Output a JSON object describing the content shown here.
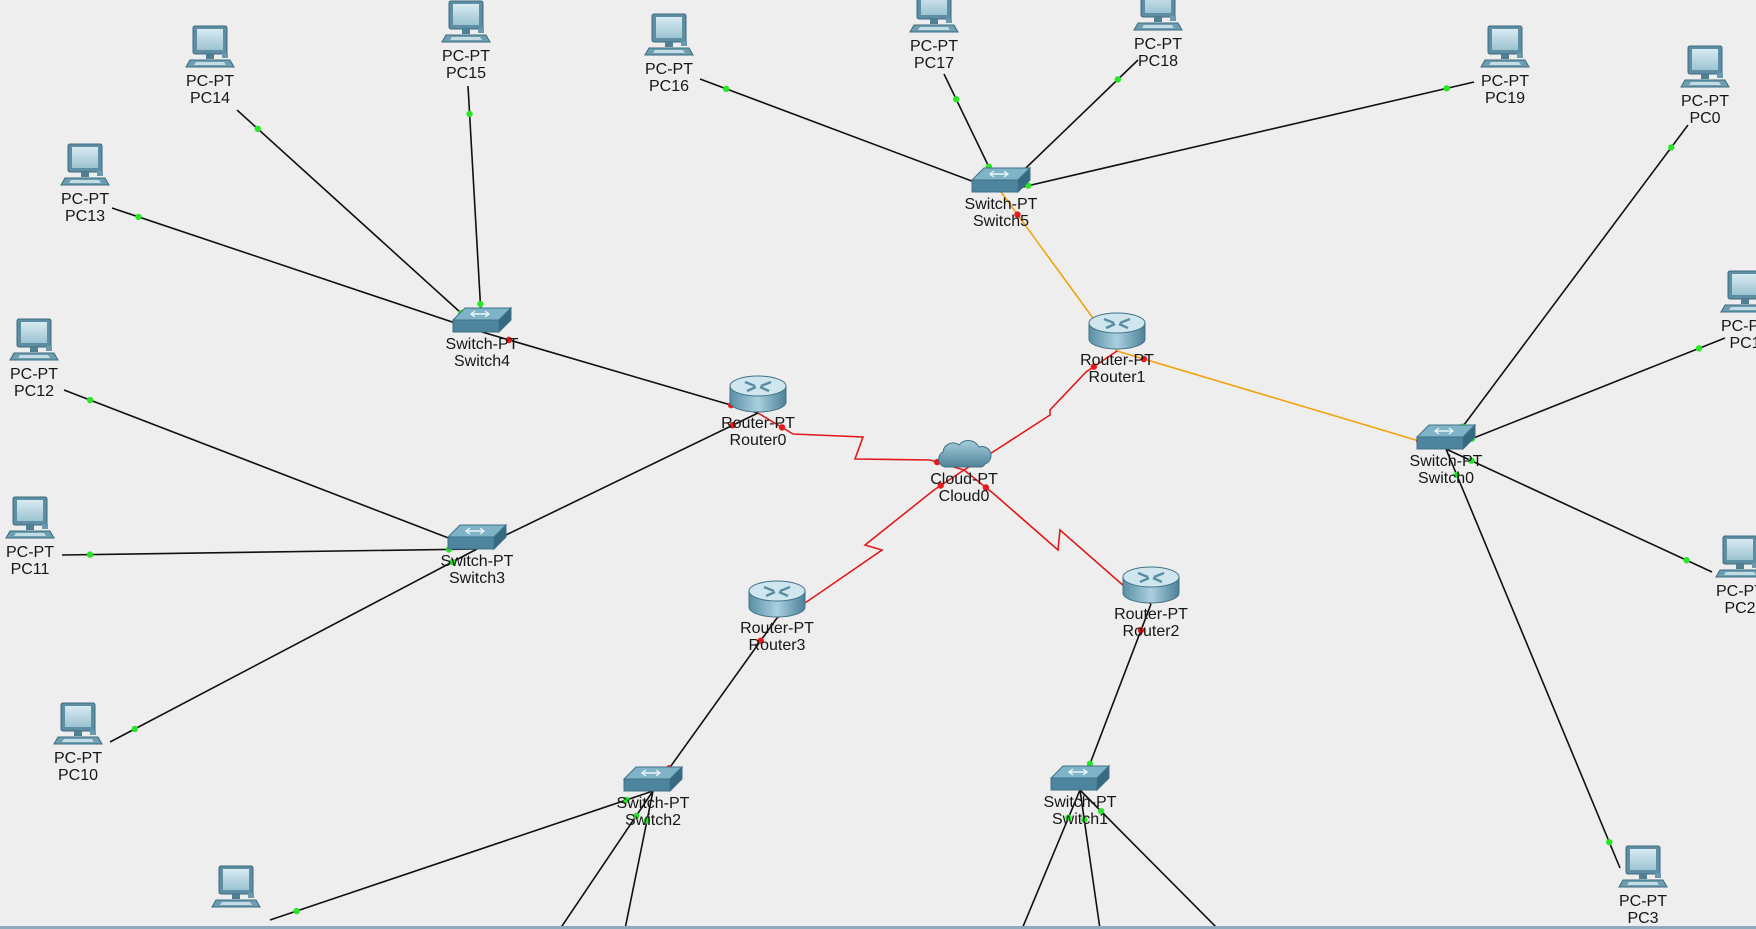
{
  "workspace": {
    "title": "Logical Workspace"
  },
  "colors": {
    "copper": "#101010",
    "serial": "#e01a1a",
    "crossover": "#f0a30c",
    "port_up": "#26e626",
    "port_down": "#e61a1a",
    "background": "#efeeee"
  },
  "devices": [
    {
      "id": "pc14",
      "type": "pc",
      "model": "PC-PT",
      "name": "PC14"
    },
    {
      "id": "pc15",
      "type": "pc",
      "model": "PC-PT",
      "name": "PC15"
    },
    {
      "id": "pc16",
      "type": "pc",
      "model": "PC-PT",
      "name": "PC16"
    },
    {
      "id": "pc17",
      "type": "pc",
      "model": "PC-PT",
      "name": "PC17"
    },
    {
      "id": "pc18",
      "type": "pc",
      "model": "PC-PT",
      "name": "PC18"
    },
    {
      "id": "pc19",
      "type": "pc",
      "model": "PC-PT",
      "name": "PC19"
    },
    {
      "id": "pc0",
      "type": "pc",
      "model": "PC-PT",
      "name": "PC0"
    },
    {
      "id": "pc13",
      "type": "pc",
      "model": "PC-PT",
      "name": "PC13"
    },
    {
      "id": "pc12",
      "type": "pc",
      "model": "PC-PT",
      "name": "PC12"
    },
    {
      "id": "pc11",
      "type": "pc",
      "model": "PC-PT",
      "name": "PC11"
    },
    {
      "id": "pc10",
      "type": "pc",
      "model": "PC-PT",
      "name": "PC10"
    },
    {
      "id": "pc1",
      "type": "pc",
      "model": "PC-PT",
      "name": "PC1"
    },
    {
      "id": "pc2",
      "type": "pc",
      "model": "PC-PT",
      "name": "PC2"
    },
    {
      "id": "pc3",
      "type": "pc",
      "model": "PC-PT",
      "name": "PC3"
    },
    {
      "id": "pcbl",
      "type": "pc",
      "model": "",
      "name": ""
    },
    {
      "id": "switch5",
      "type": "switch",
      "model": "Switch-PT",
      "name": "Switch5"
    },
    {
      "id": "switch4",
      "type": "switch",
      "model": "Switch-PT",
      "name": "Switch4"
    },
    {
      "id": "switch3",
      "type": "switch",
      "model": "Switch-PT",
      "name": "Switch3"
    },
    {
      "id": "switch0",
      "type": "switch",
      "model": "Switch-PT",
      "name": "Switch0"
    },
    {
      "id": "switch2",
      "type": "switch",
      "model": "Switch-PT",
      "name": "Switch2"
    },
    {
      "id": "switch1",
      "type": "switch",
      "model": "Switch-PT",
      "name": "Switch1"
    },
    {
      "id": "router0",
      "type": "router",
      "model": "Router-PT",
      "name": "Router0"
    },
    {
      "id": "router1",
      "type": "router",
      "model": "Router-PT",
      "name": "Router1"
    },
    {
      "id": "router2",
      "type": "router",
      "model": "Router-PT",
      "name": "Router2"
    },
    {
      "id": "router3",
      "type": "router",
      "model": "Router-PT",
      "name": "Router3"
    },
    {
      "id": "cloud0",
      "type": "cloud",
      "model": "Cloud-PT",
      "name": "Cloud0"
    }
  ],
  "links": [
    {
      "from": "switch4",
      "to": "pc14",
      "type": "copper",
      "a": "up",
      "b": "up"
    },
    {
      "from": "switch4",
      "to": "pc15",
      "type": "copper",
      "a": "up",
      "b": "up"
    },
    {
      "from": "switch4",
      "to": "pc13",
      "type": "copper",
      "a": "up",
      "b": "up"
    },
    {
      "from": "switch4",
      "to": "router0",
      "type": "copper",
      "a": "down",
      "b": "down"
    },
    {
      "from": "switch3",
      "to": "pc12",
      "type": "copper",
      "a": "up",
      "b": "up"
    },
    {
      "from": "switch3",
      "to": "pc11",
      "type": "copper",
      "a": "up",
      "b": "up"
    },
    {
      "from": "switch3",
      "to": "pc10",
      "type": "copper",
      "a": "up",
      "b": "up"
    },
    {
      "from": "switch3",
      "to": "router0",
      "type": "copper",
      "a": "down",
      "b": "down"
    },
    {
      "from": "switch5",
      "to": "pc16",
      "type": "copper",
      "a": "up",
      "b": "up"
    },
    {
      "from": "switch5",
      "to": "pc17",
      "type": "copper",
      "a": "up",
      "b": "up"
    },
    {
      "from": "switch5",
      "to": "pc18",
      "type": "copper",
      "a": "up",
      "b": "up"
    },
    {
      "from": "switch5",
      "to": "pc19",
      "type": "copper",
      "a": "up",
      "b": "up"
    },
    {
      "from": "switch5",
      "to": "router1",
      "type": "crossover",
      "a": "down",
      "b": "down"
    },
    {
      "from": "router1",
      "to": "switch0",
      "type": "crossover",
      "a": "down",
      "b": "down"
    },
    {
      "from": "switch0",
      "to": "pc0",
      "type": "copper",
      "a": "up",
      "b": "up"
    },
    {
      "from": "switch0",
      "to": "pc1",
      "type": "copper",
      "a": "up",
      "b": "up"
    },
    {
      "from": "switch0",
      "to": "pc2",
      "type": "copper",
      "a": "up",
      "b": "up"
    },
    {
      "from": "switch0",
      "to": "pc3",
      "type": "copper",
      "a": "up",
      "b": "up"
    },
    {
      "from": "router0",
      "to": "cloud0",
      "type": "serial",
      "a": "down",
      "b": "down"
    },
    {
      "from": "router1",
      "to": "cloud0",
      "type": "serial",
      "a": "down",
      "b": "down"
    },
    {
      "from": "router2",
      "to": "cloud0",
      "type": "serial",
      "a": "down",
      "b": "down"
    },
    {
      "from": "router3",
      "to": "cloud0",
      "type": "serial",
      "a": "down",
      "b": "down"
    },
    {
      "from": "router3",
      "to": "switch2",
      "type": "copper",
      "a": "down",
      "b": "down"
    },
    {
      "from": "router2",
      "to": "switch1",
      "type": "copper",
      "a": "down",
      "b": "up"
    },
    {
      "from": "switch2",
      "to": "pcbl",
      "type": "copper",
      "a": "up",
      "b": "up"
    }
  ]
}
